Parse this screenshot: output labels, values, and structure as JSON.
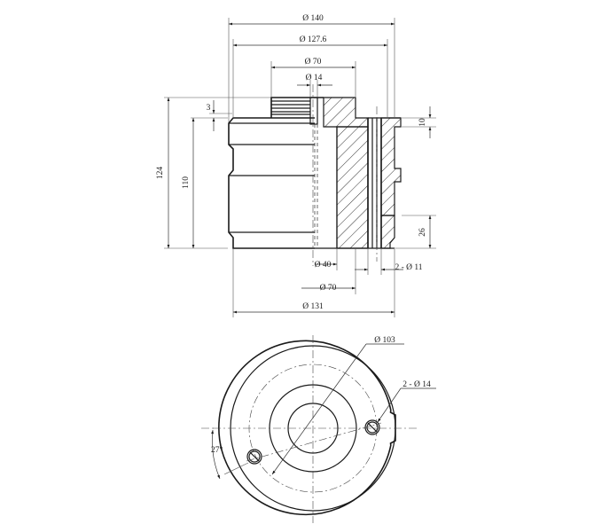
{
  "dimensions": {
    "d140": "Ø 140",
    "d127_6": "Ø 127.6",
    "d70_top": "Ø 70",
    "d14": "Ø 14",
    "h3": "3",
    "h10": "10",
    "h124": "124",
    "h110": "110",
    "h26": "26",
    "d40": "Ø 40",
    "holes_11": "2 - Ø 11",
    "d70_bottom": "Ø 70",
    "d131": "Ø 131",
    "d103": "Ø 103",
    "holes_14": "2 - Ø 14",
    "angle27": "27°"
  }
}
